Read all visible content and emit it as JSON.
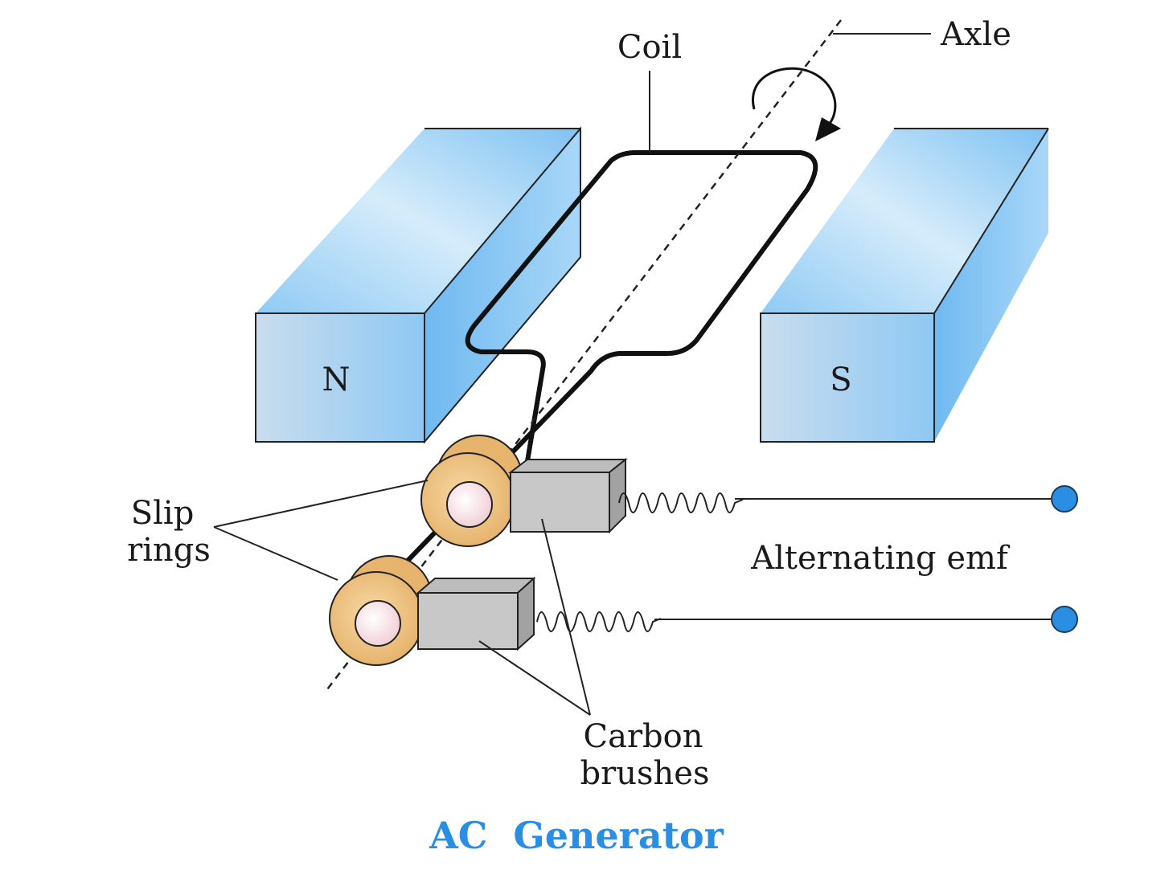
{
  "labels": {
    "coil": "Coil",
    "axle": "Axle",
    "north": "N",
    "south": "S",
    "slip_rings_line1": "Slip",
    "slip_rings_line2": "rings",
    "alternating_emf": "Alternating emf",
    "carbon_brushes_line1": "Carbon",
    "carbon_brushes_line2": "brushes"
  },
  "caption": "AC  Generator",
  "colors": {
    "magnet_face": "#bcdcf5",
    "magnet_top": "#9fd0f6",
    "magnet_side": "#7cc1f2",
    "ring_outer": "#ecbf79",
    "ring_inner": "#f6e2e6",
    "brush_face": "#c9c9c9",
    "brush_side": "#a8a8a8",
    "terminal": "#2a8fe3",
    "caption": "#2a8fe3"
  }
}
